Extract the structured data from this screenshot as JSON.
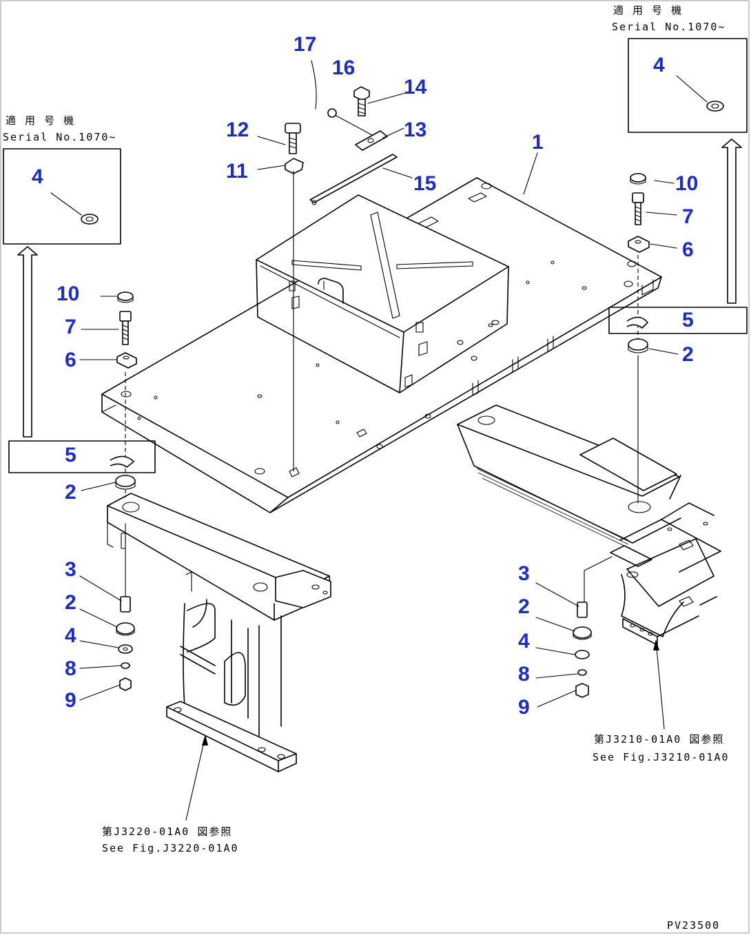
{
  "callouts": {
    "c1": "1",
    "c2a": "2",
    "c2b": "2",
    "c2c": "2",
    "c3a": "3",
    "c3b": "3",
    "c4a": "4",
    "c4b": "4",
    "c4c": "4",
    "c4d": "4",
    "c5a": "5",
    "c5b": "5",
    "c6a": "6",
    "c6b": "6",
    "c7a": "7",
    "c7b": "7",
    "c8a": "8",
    "c8b": "8",
    "c9a": "9",
    "c9b": "9",
    "c10a": "10",
    "c10b": "10",
    "c11": "11",
    "c12": "12",
    "c13": "13",
    "c14": "14",
    "c15": "15",
    "c16": "16",
    "c17": "17"
  },
  "notes": {
    "left_applicable_jp": "適 用 号 機",
    "left_serial": "Serial No.1070~",
    "right_applicable_jp": "適 用 号 機",
    "right_serial": "Serial No.1070~",
    "ref_left_jp": "第J3220-01A0 図参照",
    "ref_left_en": "See Fig.J3220-01A0",
    "ref_right_jp": "第J3210-01A0 図参照",
    "ref_right_en": "See Fig.J3210-01A0",
    "drawing_code": "PV23500"
  }
}
